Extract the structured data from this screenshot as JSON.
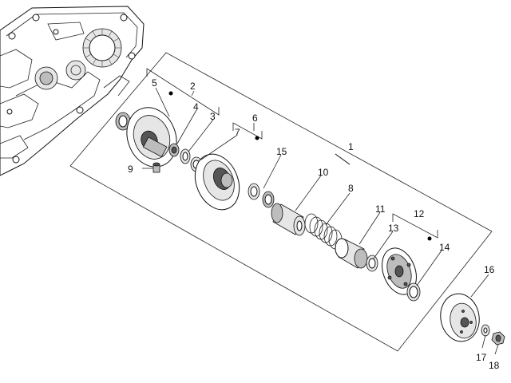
{
  "diagram": {
    "part_numbers": {
      "p1": "1",
      "p2": "2",
      "p3": "3",
      "p4": "4",
      "p5": "5",
      "p6": "6",
      "p7": "7",
      "p8": "8",
      "p9": "9",
      "p10": "10",
      "p11": "11",
      "p12": "12",
      "p13": "13",
      "p14": "14",
      "p15": "15",
      "p16": "16",
      "p17": "17",
      "p18": "18"
    }
  }
}
